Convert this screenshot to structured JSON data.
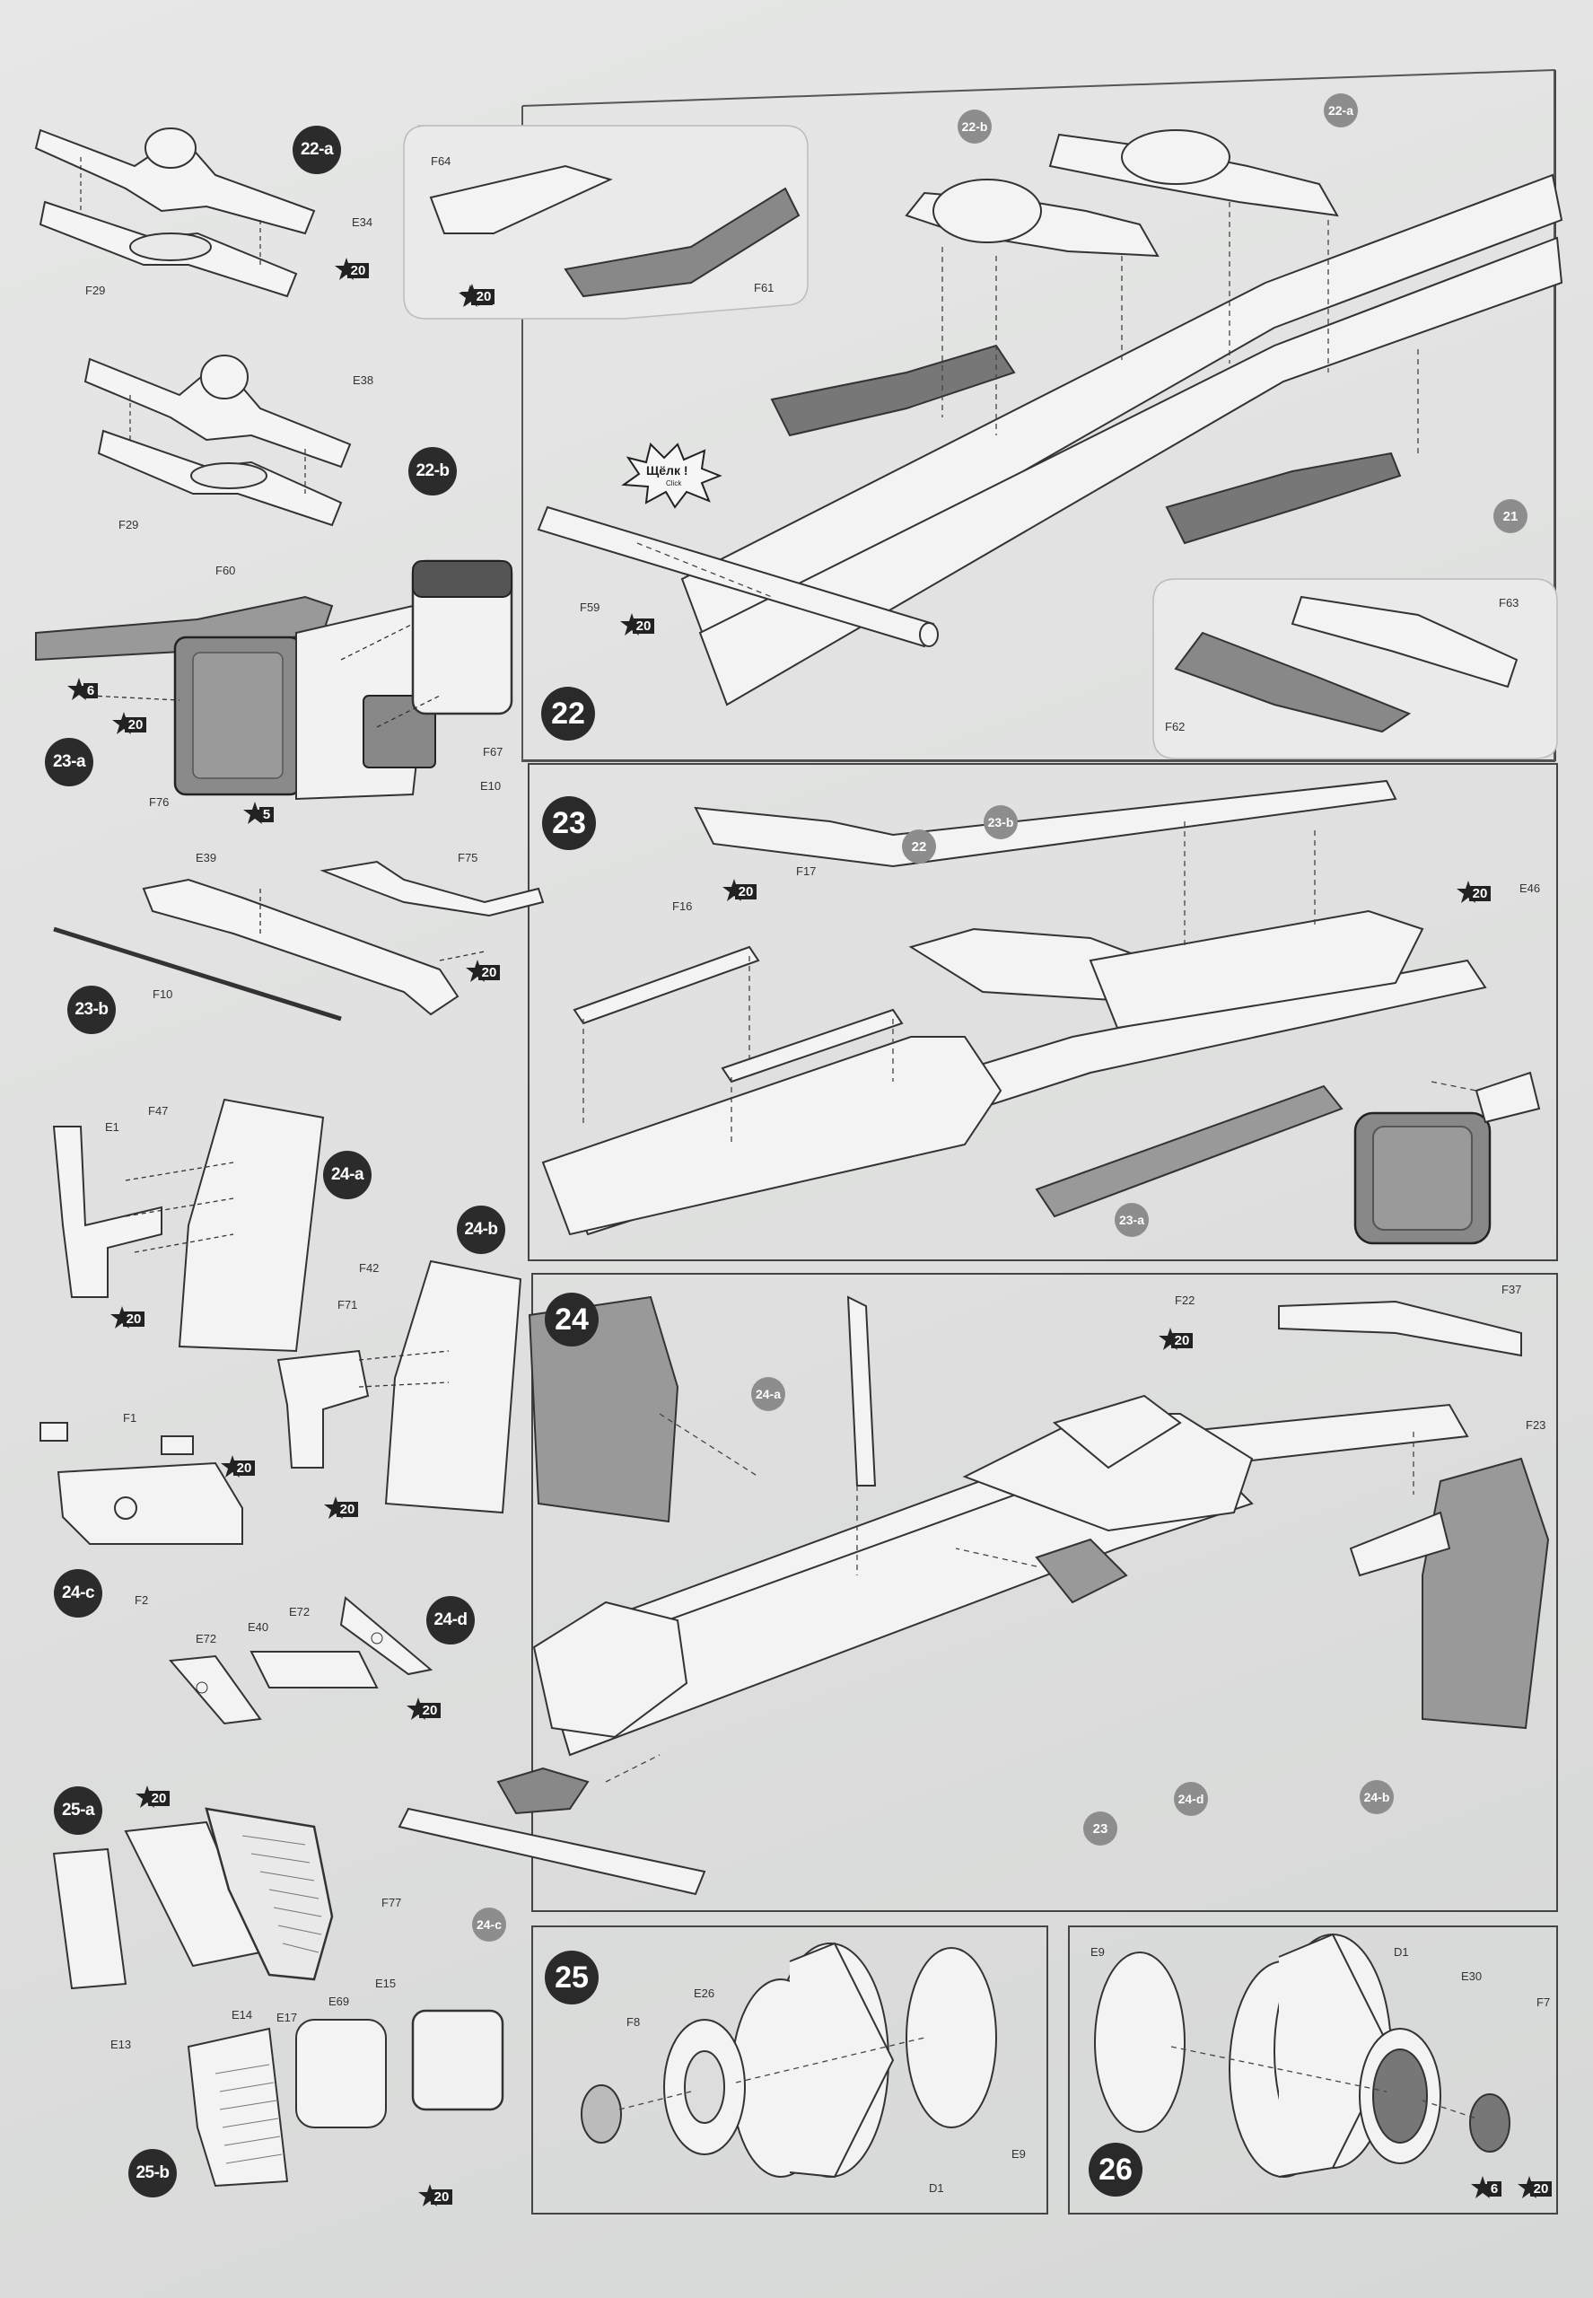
{
  "steps": {
    "s22": "22",
    "s23": "23",
    "s24": "24",
    "s25": "25",
    "s26": "26"
  },
  "subs": {
    "a22": "22-a",
    "b22": "22-b",
    "a23": "23-a",
    "b23": "23-b",
    "a24": "24-a",
    "b24": "24-b",
    "c24": "24-c",
    "d24": "24-d",
    "a25": "25-a",
    "b25": "25-b"
  },
  "refs": {
    "p22_b": "22-b",
    "p22_a": "22-a",
    "p22_21": "21",
    "p23_b": "23-b",
    "p23_22": "22",
    "p23_a": "23-a",
    "p24_a": "24-a",
    "p24_c": "24-c",
    "p24_23": "23",
    "p24_d": "24-d",
    "p24_b": "24-b"
  },
  "stars": {
    "n20": "20",
    "n6": "6",
    "n5": "5"
  },
  "click_text": "Щёлк !",
  "click_sub": "Click",
  "parts": {
    "E34": "E34",
    "F29": "F29",
    "E38": "E38",
    "F29b": "F29",
    "F60": "F60",
    "F76": "F76",
    "E10": "E10",
    "F67": "F67",
    "E39": "E39",
    "F75": "F75",
    "F10": "F10",
    "E1": "E1",
    "F47": "F47",
    "F42": "F42",
    "F71": "F71",
    "F1": "F1",
    "F2": "F2",
    "E72a": "E72",
    "E40": "E40",
    "E72b": "E72",
    "F77": "F77",
    "E14": "E14",
    "E13": "E13",
    "E17": "E17",
    "E69": "E69",
    "E15": "E15",
    "F64": "F64",
    "F61": "F61",
    "F59": "F59",
    "F63": "F63",
    "F62": "F62",
    "F16": "F16",
    "F17": "F17",
    "E46": "E46",
    "F22": "F22",
    "F37": "F37",
    "F23": "F23",
    "F8": "F8",
    "E26": "E26",
    "D1": "D1",
    "E9": "E9",
    "E9b": "E9",
    "D1b": "D1",
    "E30": "E30",
    "F7": "F7"
  }
}
